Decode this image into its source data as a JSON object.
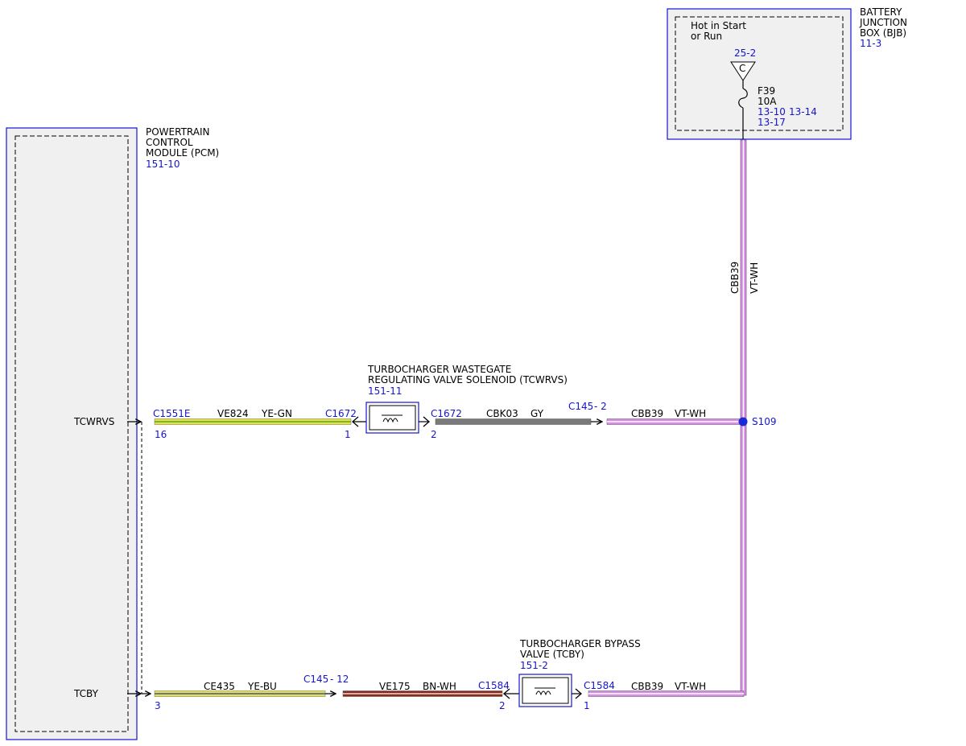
{
  "colors": {
    "blue": "#1515d0",
    "module_fill": "#f0f0f0",
    "yellow": "#e8e23a",
    "green": "#4fa83a",
    "gray": "#7a7a7a",
    "violet": "#d98be8",
    "white_stripe": "#ffffff",
    "brown": "#8a2a1a",
    "blue_stripe": "#3c4fd0",
    "splice_dot": "#1a2ad8"
  },
  "bjb": {
    "name_lines": [
      "BATTERY",
      "JUNCTION",
      "BOX (BJB)"
    ],
    "ref": "11-3",
    "hot_lines": [
      "Hot in Start",
      "or Run"
    ],
    "connector_ref": "25-2",
    "connector_letter": "C",
    "fuse_name": "F39",
    "fuse_rating": "10A",
    "fuse_ref_1": "13-10",
    "fuse_ref_2": "13-14",
    "fuse_ref_3": "13-17"
  },
  "pcm": {
    "name_lines": [
      "POWERTRAIN",
      "CONTROL",
      "MODULE (PCM)"
    ],
    "ref": "151-10",
    "pin_tcwrvs": "TCWRVS",
    "pin_tcby": "TCBY"
  },
  "vertical_wire": {
    "circuit": "CBB39",
    "color": "VT-WH"
  },
  "tcwrvs_circuit": {
    "pcm_connector": "C1551E",
    "pcm_pin": "16",
    "wire1_circuit": "VE824",
    "wire1_color": "YE-GN",
    "sol_connector_left": "C1672",
    "sol_pin_left": "1",
    "solenoid_name_lines": [
      "TURBOCHARGER WASTEGATE",
      "REGULATING VALVE SOLENOID (TCWRVS)"
    ],
    "solenoid_ref": "151-11",
    "sol_connector_right": "C1672",
    "sol_pin_right": "2",
    "wire2_circuit": "CBK03",
    "wire2_color": "GY",
    "inline_connector": "C145",
    "inline_pin": "- 2",
    "wire3_circuit": "CBB39",
    "wire3_color": "VT-WH",
    "splice": "S109"
  },
  "tcby_circuit": {
    "pcm_pin": "3",
    "wire1_circuit": "CE435",
    "wire1_color": "YE-BU",
    "inline_connector": "C145",
    "inline_pin": "- 12",
    "wire2_circuit": "VE175",
    "wire2_color": "BN-WH",
    "valve_connector_left": "C1584",
    "valve_pin_left": "2",
    "valve_name_lines": [
      "TURBOCHARGER BYPASS",
      "VALVE (TCBY)"
    ],
    "valve_ref": "151-2",
    "valve_connector_right": "C1584",
    "valve_pin_right": "1",
    "wire3_circuit": "CBB39",
    "wire3_color": "VT-WH"
  }
}
